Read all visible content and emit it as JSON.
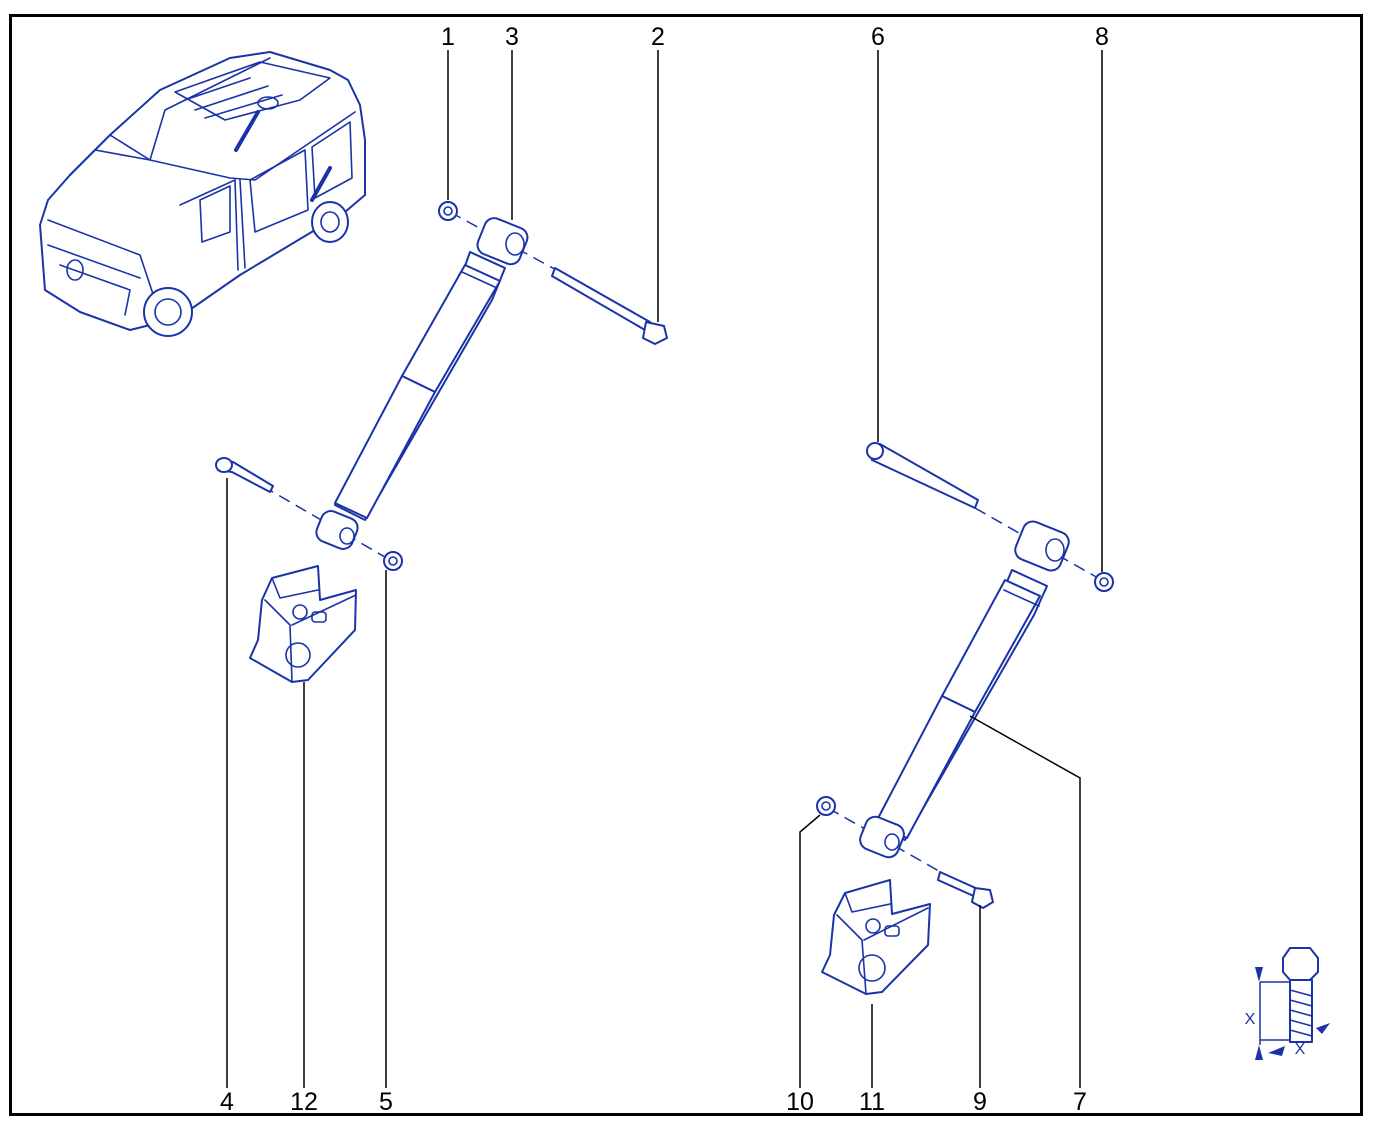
{
  "callouts": {
    "c1": "1",
    "c2": "2",
    "c3": "3",
    "c4": "4",
    "c5": "5",
    "c6": "6",
    "c7": "7",
    "c8": "8",
    "c9": "9",
    "c10": "10",
    "c11": "11",
    "c12": "12"
  },
  "legend": {
    "dim_a": "X",
    "dim_b": "X"
  },
  "colors": {
    "line_art": "#1a33a8",
    "leader": "#000000",
    "frame": "#000000"
  }
}
